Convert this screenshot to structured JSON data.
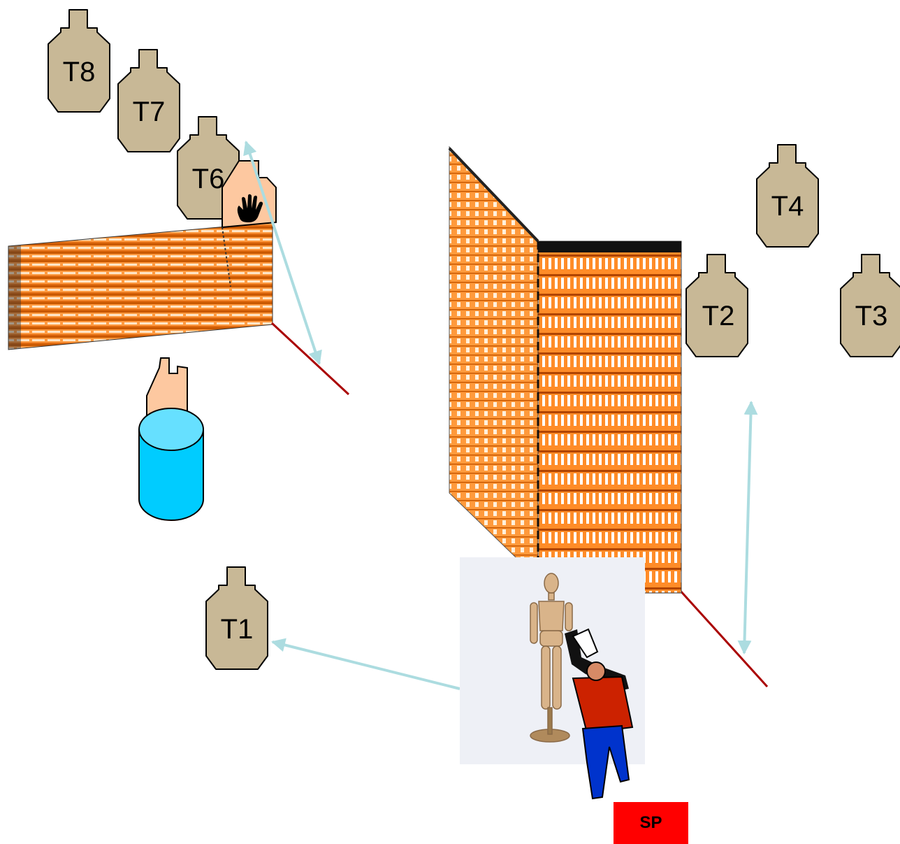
{
  "targets": [
    {
      "id": "T8",
      "label": "T8"
    },
    {
      "id": "T7",
      "label": "T7"
    },
    {
      "id": "T6",
      "label": "T6"
    },
    {
      "id": "T4",
      "label": "T4"
    },
    {
      "id": "T2",
      "label": "T2"
    },
    {
      "id": "T3",
      "label": "T3"
    },
    {
      "id": "T1",
      "label": "T1"
    }
  ],
  "start_position": {
    "label": "SP"
  },
  "colors": {
    "target_fill": "#c8b896",
    "no_shoot_fill": "#fdc8a0",
    "barrel_fill": "#00ccff",
    "wall_orange": "#ff8c28",
    "fault_line": "#aa0000",
    "arrow": "#acdce0",
    "sp_fill": "#ff0000"
  },
  "icons": [
    "hand-icon",
    "mannequin-icon",
    "shooter-icon"
  ]
}
